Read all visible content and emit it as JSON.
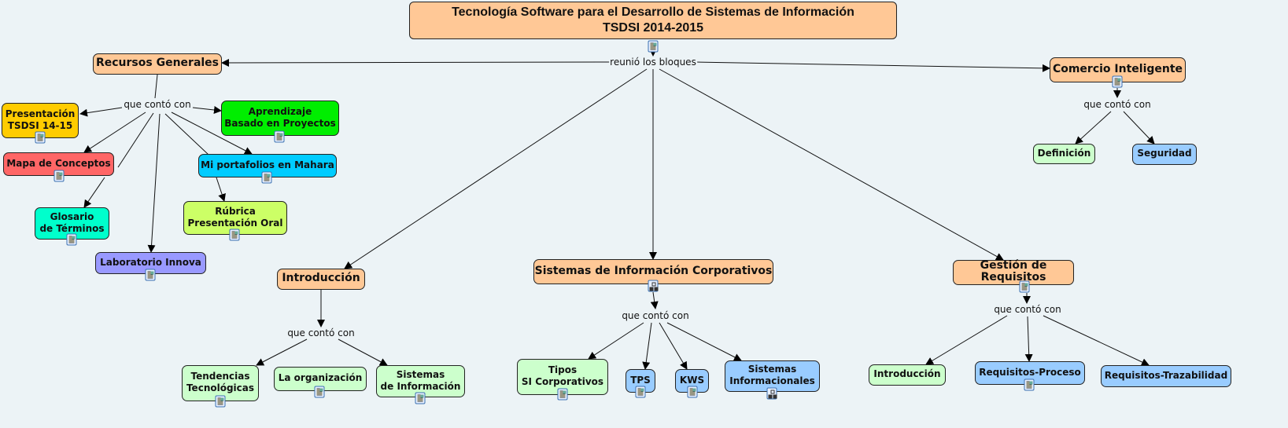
{
  "root": {
    "title": "Tecnología Software para el Desarrollo de Sistemas de Información\nTSDSI 2014-2015"
  },
  "link_labels": {
    "root": "reunió los bloques",
    "recursos": "que contó con",
    "comercio": "que contó con",
    "intro": "que contó con",
    "sic": "que contó con",
    "gestion": "que contó con"
  },
  "nodes": {
    "recursos": "Recursos Generales",
    "comercio": "Comercio Inteligente",
    "presentacion": "Presentación\nTSDSI 14-15",
    "aprendizaje": "Aprendizaje\nBasado en Proyectos",
    "mapa": "Mapa de Conceptos",
    "mahara": "Mi portafolios en Mahara",
    "glosario": "Glosario\nde Términos",
    "rubrica": "Rúbrica\nPresentación Oral",
    "laboratorio": "Laboratorio Innova",
    "introduccion": "Introducción",
    "sic": "Sistemas de Información Corporativos",
    "gestion": "Gestión de Requisitos",
    "definicion": "Definición",
    "seguridad": "Seguridad",
    "tendencias": "Tendencias\nTecnológicas",
    "organizacion": "La organización",
    "sistemas_info": "Sistemas\nde Información",
    "tipos": "Tipos\nSI Corporativos",
    "tps": "TPS",
    "kws": "KWS",
    "informacionales": "Sistemas\nInformacionales",
    "gr_intro": "Introducción",
    "req_proceso": "Requisitos-Proceso",
    "req_traza": "Requisitos-Trazabilidad"
  },
  "colors": {
    "peach": "#ffc896",
    "yellow": "#ffcc00",
    "green": "#00ee00",
    "red": "#ff6666",
    "cyan": "#00ccff",
    "aqua": "#00ffcc",
    "lime": "#ccff66",
    "lavender": "#9999ff",
    "lightgreen": "#ccffcc",
    "lightblue": "#99ccff"
  }
}
